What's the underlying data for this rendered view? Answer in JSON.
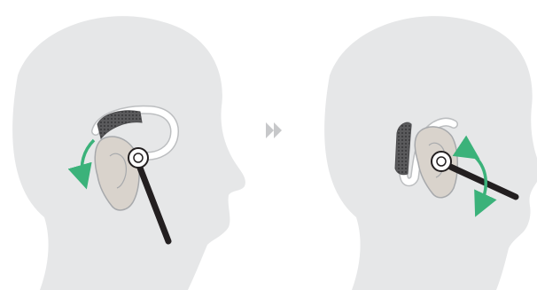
{
  "figure": {
    "panels": [
      {
        "id": "step-1",
        "icons": [
          "head-silhouette",
          "headset-on-ear",
          "rotate-down-arrow"
        ]
      },
      {
        "id": "step-2",
        "icons": [
          "head-silhouette",
          "headset-on-ear",
          "rotate-mic-boom-arrow"
        ]
      }
    ],
    "separator_icon": "double-chevron-right-icon",
    "colors": {
      "silhouette": "#e6e7e8",
      "outline": "#ffffff",
      "ear_fill": "#d9d3cc",
      "ear_stroke": "#a7a9ac",
      "headset_band": "#ffffff",
      "headset_stroke": "#bcbec0",
      "mesh": "#4d4d4f",
      "boom": "#231f20",
      "arrow": "#3bb27a",
      "separator": "#c7c8ca"
    }
  }
}
